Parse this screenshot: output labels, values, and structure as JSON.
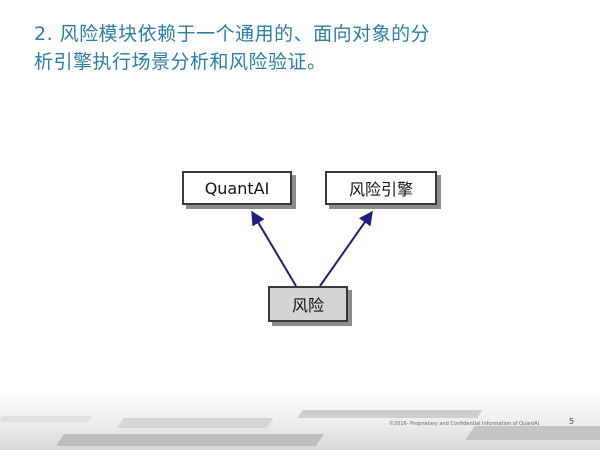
{
  "slide": {
    "heading_line1": "2. 风险模块依赖于一个通用的、面向对象的分",
    "heading_line2": "析引擎执行场景分析和风险验证。",
    "footer": "©2016- Proprietary and Confidential Information of QuantAI",
    "page_number": "5"
  },
  "diagram": {
    "nodes": {
      "quantai": "QuantAI",
      "engine": "风险引擎",
      "risk": "风险"
    },
    "edges": [
      {
        "from": "risk",
        "to": "quantai"
      },
      {
        "from": "risk",
        "to": "engine"
      }
    ],
    "colors": {
      "arrow": "#1f1f7a",
      "box_border": "#3a3a3a",
      "risk_fill": "#d4d4d4",
      "heading_text": "#2a7fa6"
    }
  }
}
